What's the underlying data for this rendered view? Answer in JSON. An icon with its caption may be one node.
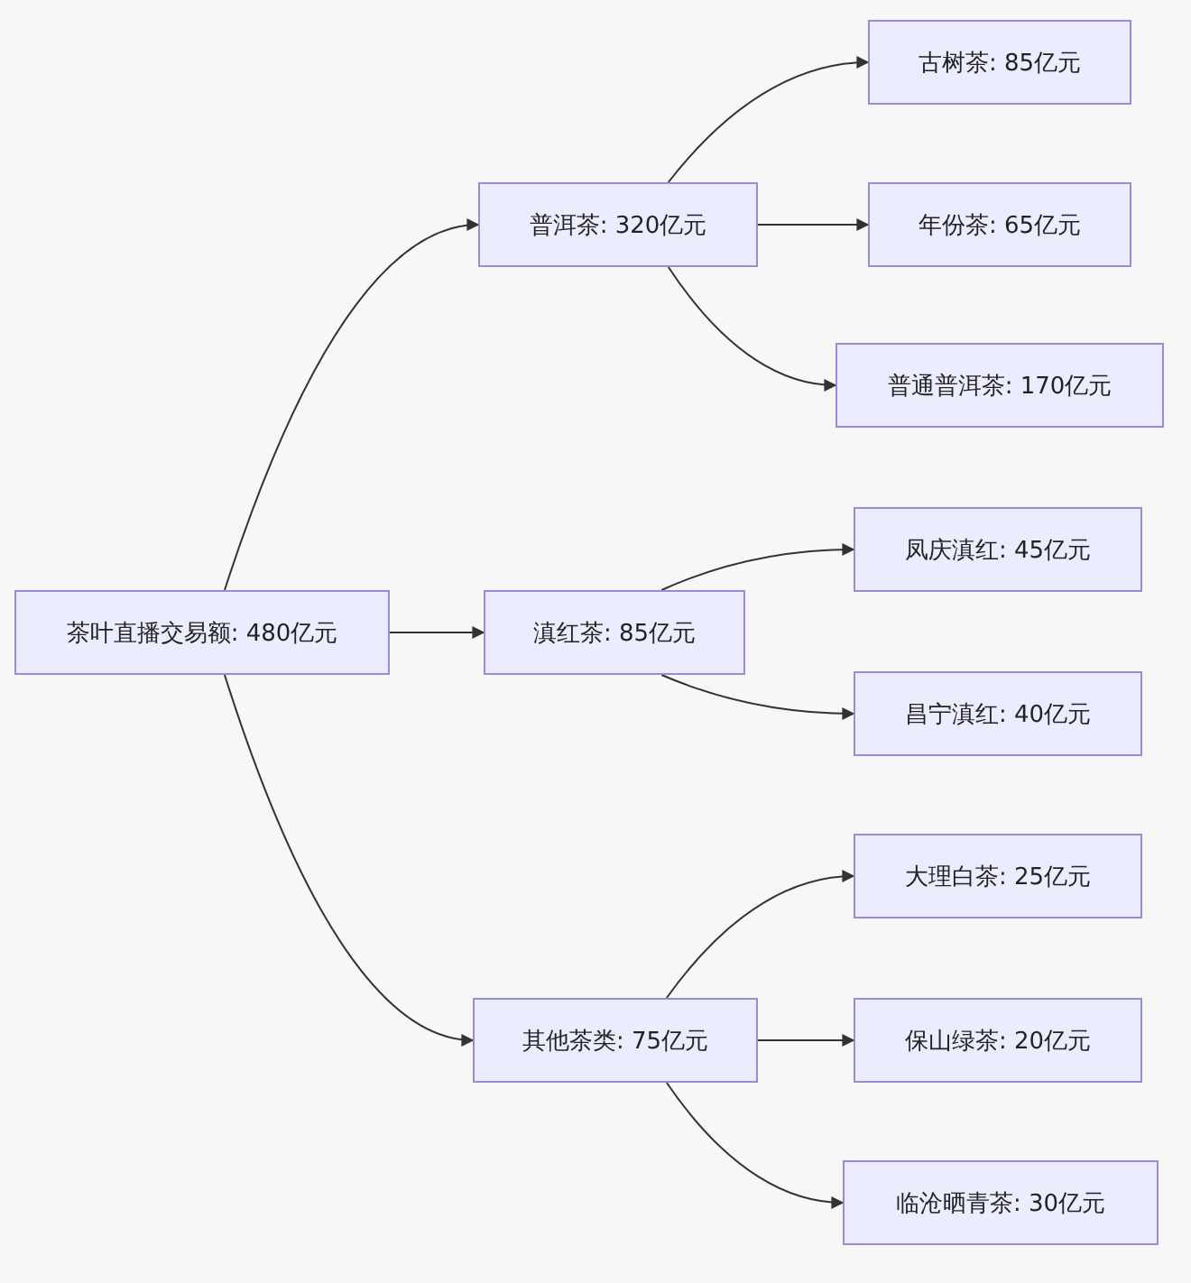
{
  "diagram": {
    "nodes": [
      {
        "text": [
          "茶叶直播交易额: 480亿元"
        ]
      },
      {
        "text": [
          "普洱茶: 320亿元"
        ]
      },
      {
        "text": [
          "滇红茶: 85亿元"
        ]
      },
      {
        "text": [
          "其他茶类: 75亿元"
        ]
      },
      {
        "text": [
          "古树茶: 85亿元"
        ]
      },
      {
        "text": [
          "年份茶: 65亿元"
        ]
      },
      {
        "text": [
          "普通普洱茶: 170亿元"
        ]
      },
      {
        "text": [
          "凤庆滇红: 45亿元"
        ]
      },
      {
        "text": [
          "昌宁滇红: 40亿元"
        ]
      },
      {
        "text": [
          "大理白茶: 25亿元"
        ]
      },
      {
        "text": [
          "保山绿茶: 20亿元"
        ]
      },
      {
        "text": [
          "临沧晒青茶: 30亿元"
        ]
      }
    ],
    "edges": [
      {
        "from": 0,
        "to": 1,
        "arrow": "to"
      },
      {
        "from": 0,
        "to": 2,
        "arrow": "to"
      },
      {
        "from": 0,
        "to": 3,
        "arrow": "to"
      },
      {
        "from": 1,
        "to": 4,
        "arrow": "to"
      },
      {
        "from": 1,
        "to": 5,
        "arrow": "to"
      },
      {
        "from": 1,
        "to": 6,
        "arrow": "to"
      },
      {
        "from": 2,
        "to": 7,
        "arrow": "to"
      },
      {
        "from": 2,
        "to": 8,
        "arrow": "to"
      },
      {
        "from": 3,
        "to": 9,
        "arrow": "to"
      },
      {
        "from": 3,
        "to": 10,
        "arrow": "to"
      },
      {
        "from": 3,
        "to": 11,
        "arrow": "to"
      }
    ]
  }
}
